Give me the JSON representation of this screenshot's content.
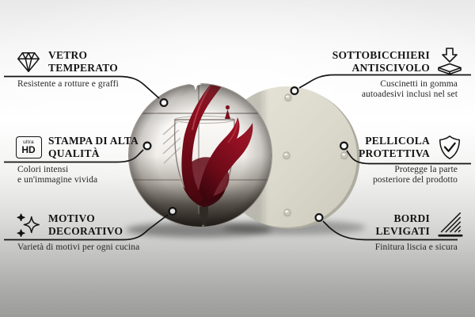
{
  "features": {
    "left": [
      {
        "icon": "diamond-icon",
        "title_line1": "VETRO",
        "title_line2": "TEMPERATO",
        "desc_line1": "Resistente a rotture e graffi",
        "desc_line2": ""
      },
      {
        "icon": "ultra-hd-icon",
        "icon_text_top": "ultra",
        "icon_text_bottom": "HD",
        "title_line1": "STAMPA DI ALTA",
        "title_line2": "QUALITÀ",
        "desc_line1": "Colori intensi",
        "desc_line2": "e un'immagine vivida"
      },
      {
        "icon": "sparkles-icon",
        "title_line1": "MOTIVO",
        "title_line2": "DECORATIVO",
        "desc_line1": "Varietà di motivi per ogni cucina",
        "desc_line2": ""
      }
    ],
    "right": [
      {
        "icon": "coaster-arrow-icon",
        "title_line1": "SOTTOBICCHIERI",
        "title_line2": "ANTISCIVOLO",
        "desc_line1": "Cuscinetti in gomma",
        "desc_line2": "autoadesivi inclusi nel set"
      },
      {
        "icon": "shield-check-icon",
        "title_line1": "PELLICOLA",
        "title_line2": "PROTETTIVA",
        "desc_line1": "Protegge la parte",
        "desc_line2": "posteriore del prodotto"
      },
      {
        "icon": "smooth-edge-icon",
        "title_line1": "BORDI",
        "title_line2": "LEVIGATI",
        "desc_line1": "Finitura liscia e sicura",
        "desc_line2": ""
      }
    ]
  },
  "colors": {
    "text": "#151515",
    "callout_line": "#141414",
    "back_panel": "#d9d7ca",
    "wine_red": "#8c1020",
    "wine_dark": "#3f060d"
  }
}
